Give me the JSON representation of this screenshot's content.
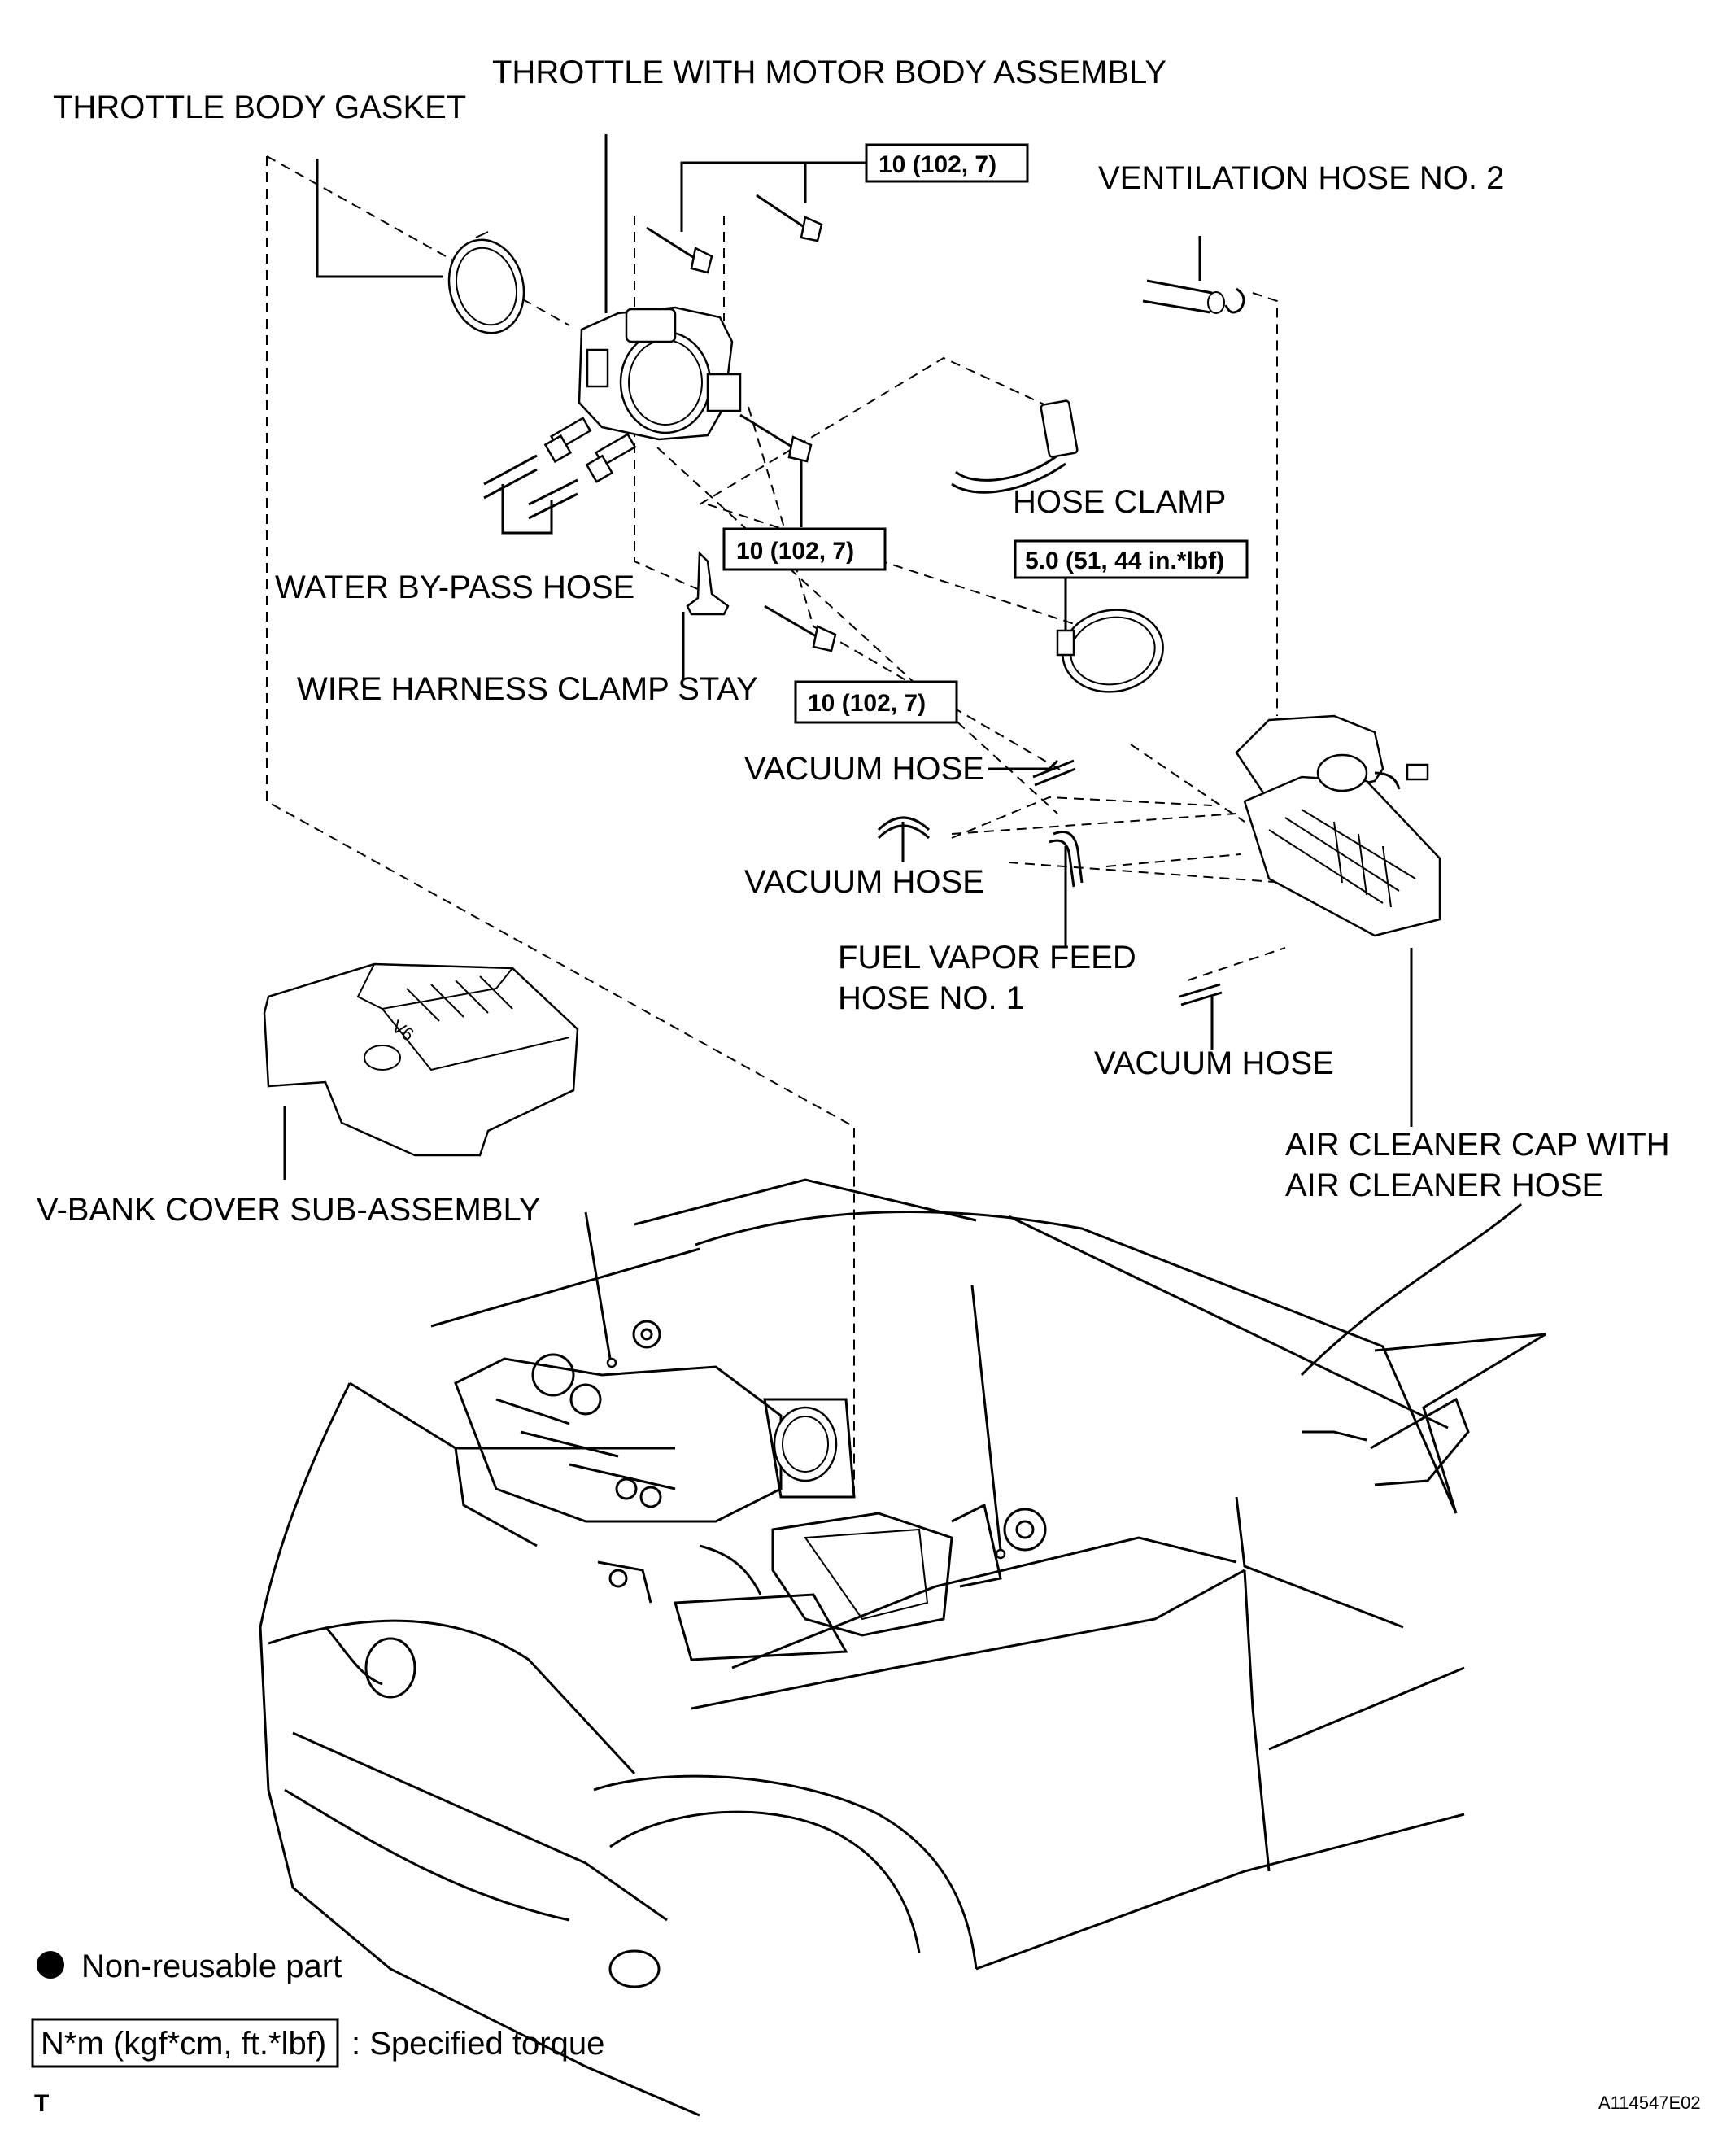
{
  "labels": {
    "throttle_motor_body": "THROTTLE WITH MOTOR BODY ASSEMBLY",
    "throttle_body_gasket": "THROTTLE BODY GASKET",
    "ventilation_hose_2": "VENTILATION HOSE NO. 2",
    "hose_clamp": "HOSE CLAMP",
    "water_bypass_hose": "WATER BY-PASS HOSE",
    "wire_harness_clamp_stay": "WIRE HARNESS CLAMP STAY",
    "vacuum_hose_1": "VACUUM HOSE",
    "vacuum_hose_2": "VACUUM HOSE",
    "vacuum_hose_3": "VACUUM HOSE",
    "fuel_vapor_line1": "FUEL VAPOR FEED",
    "fuel_vapor_line2": "HOSE NO. 1",
    "air_cleaner_line1": "AIR CLEANER CAP WITH",
    "air_cleaner_line2": "AIR CLEANER HOSE",
    "vbank_cover": "V-BANK COVER SUB-ASSEMBLY"
  },
  "torque": {
    "top_bolts": "10 (102, 7)",
    "middle_bolt": "10 (102, 7)",
    "stay_bolt": "10 (102, 7)",
    "hose_clamp": "5.0 (51, 44 in.*lbf)"
  },
  "legend": {
    "non_reusable": "Non-reusable part",
    "torque_box": "N*m (kgf*cm, ft.*lbf)",
    "torque_desc": ": Specified torque"
  },
  "footer": {
    "left_mark": "T",
    "figure_id": "A114547E02"
  },
  "cover_emblem": "V6"
}
